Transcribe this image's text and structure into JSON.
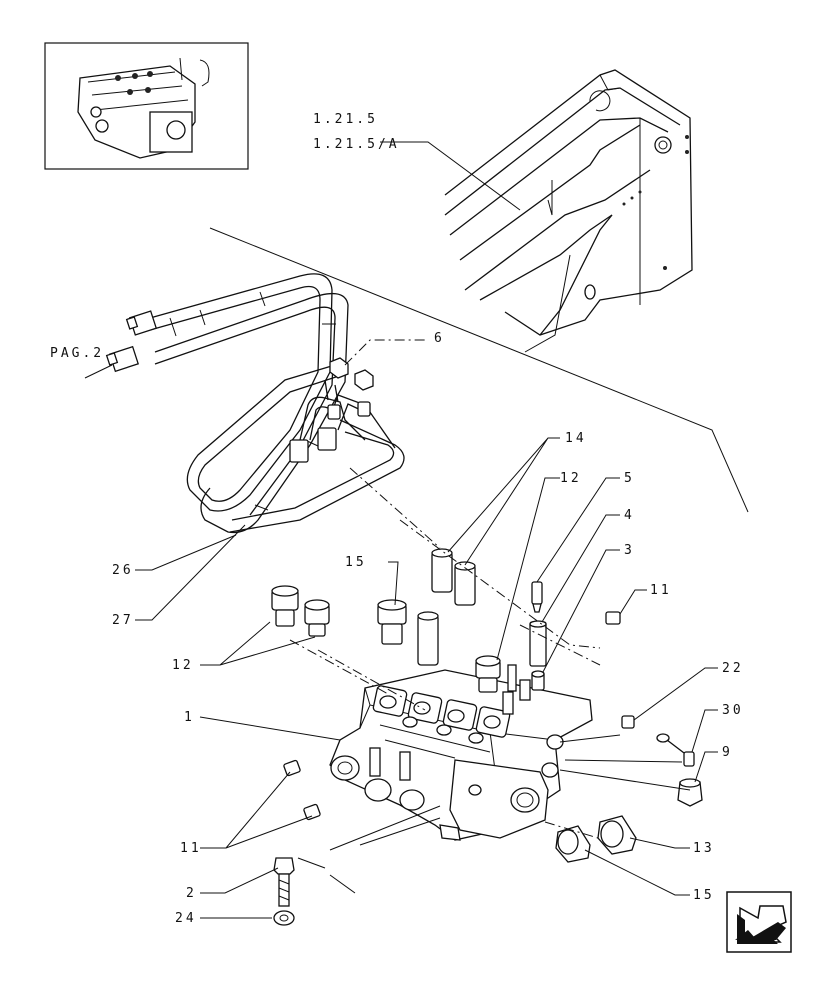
{
  "refs": {
    "ref1": "1.21.5",
    "ref2": "1.21.5/A",
    "page": "PAG.2"
  },
  "callouts": {
    "c1": "1",
    "c2": "2",
    "c3": "3",
    "c4": "4",
    "c5": "5",
    "c6": "6",
    "c9": "9",
    "c11a": "11",
    "c11b": "11",
    "c12a": "12",
    "c12b": "12",
    "c13": "13",
    "c14": "14",
    "c15a": "15",
    "c15b": "15",
    "c22": "22",
    "c24": "24",
    "c26": "26",
    "c27": "27",
    "c30": "30"
  },
  "icons": {
    "nav": "arrow-left-down-icon"
  }
}
